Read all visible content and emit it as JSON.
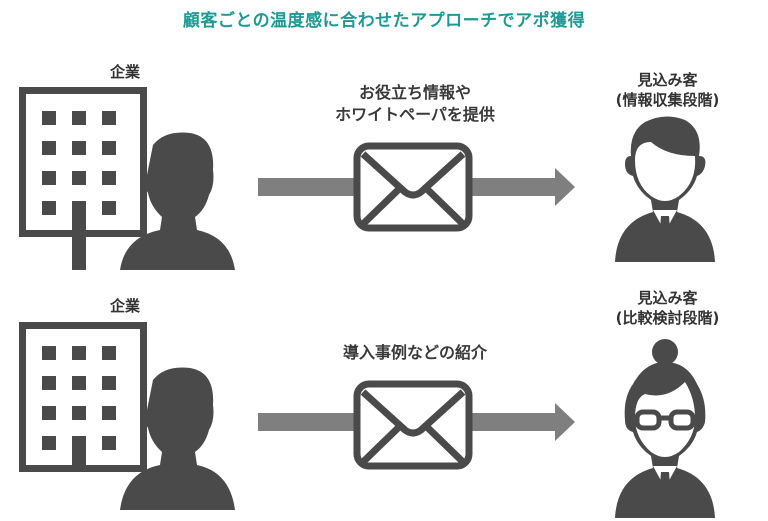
{
  "title": "顧客ごとの温度感に合わせたアプローチでアポ獲得",
  "colors": {
    "title": "#1d9a95",
    "icon": "#4a4a4a",
    "arrow": "#7f7f7f"
  },
  "rows": [
    {
      "sender_label": "企業",
      "message": [
        "お役立ち情報や",
        "ホワイトペーパを提供"
      ],
      "recipient_label": [
        "見込み客",
        "(情報収集段階)"
      ],
      "recipient_icon": "businessman-icon"
    },
    {
      "sender_label": "企業",
      "message": [
        "導入事例などの紹介"
      ],
      "recipient_label": [
        "見込み客",
        "(比較検討段階)"
      ],
      "recipient_icon": "businesswoman-glasses-icon"
    }
  ]
}
